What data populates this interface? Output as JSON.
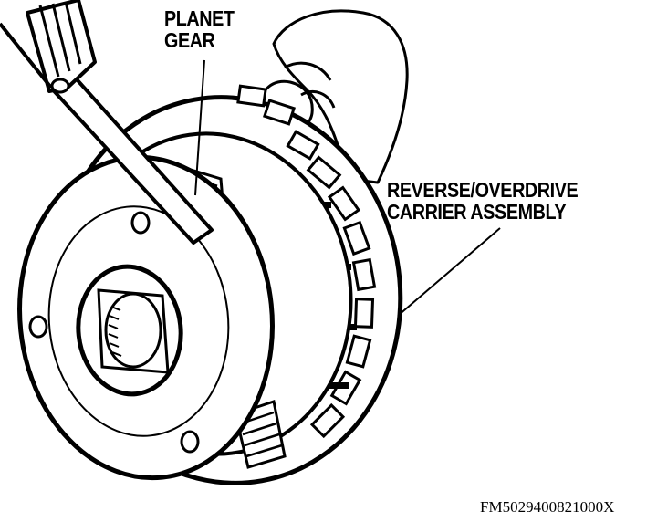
{
  "labels": {
    "planet_gear_line1": "PLANET",
    "planet_gear_line2": "GEAR",
    "carrier_line1": "REVERSE/OVERDRIVE",
    "carrier_line2": "CARRIER ASSEMBLY"
  },
  "figure_id": "FM5029400821000X",
  "colors": {
    "ink": "#000000",
    "paper": "#ffffff"
  }
}
